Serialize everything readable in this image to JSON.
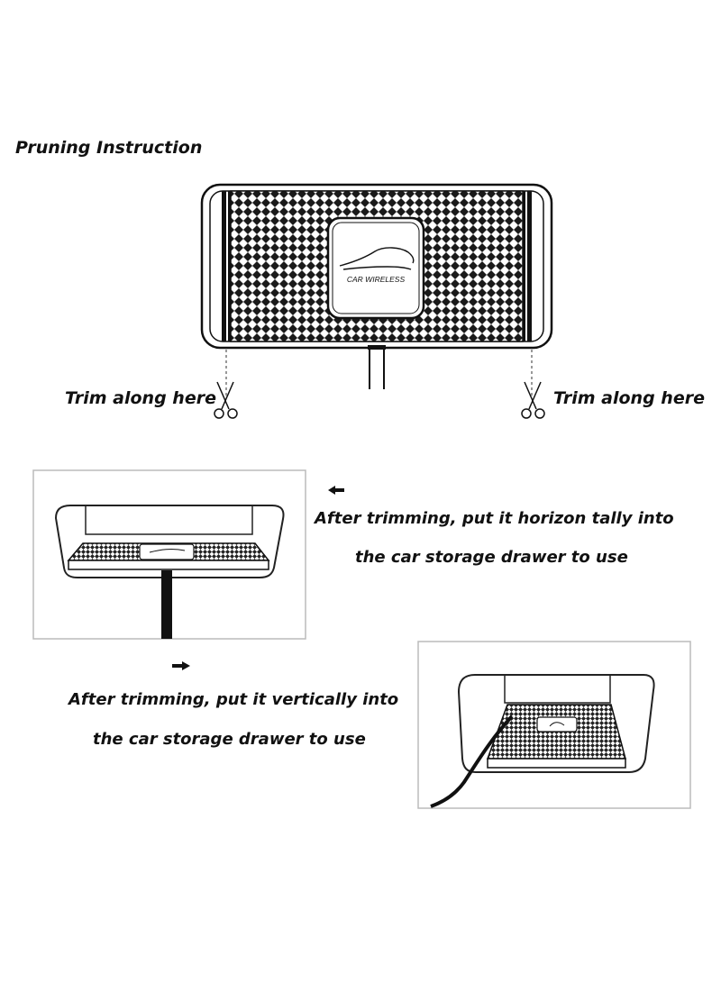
{
  "heading": "Pruning Instruction",
  "pad_label": "CAR WIRELESS",
  "trim_left": "Trim along here",
  "trim_right": "Trim along here",
  "horizontal_instruction": {
    "line1": "After trimming, put it horizon tally into",
    "line2": "the car storage drawer to use"
  },
  "vertical_instruction": {
    "line1": "After trimming, put it vertically into",
    "line2": "the car storage drawer to use"
  },
  "icons": {
    "scissors_left": "scissors-icon",
    "scissors_right": "scissors-icon",
    "arrow_left": "arrow-left-icon",
    "arrow_right": "arrow-right-icon"
  },
  "colors": {
    "ink": "#111111",
    "frame": "#bbbbbb",
    "background": "#ffffff"
  }
}
